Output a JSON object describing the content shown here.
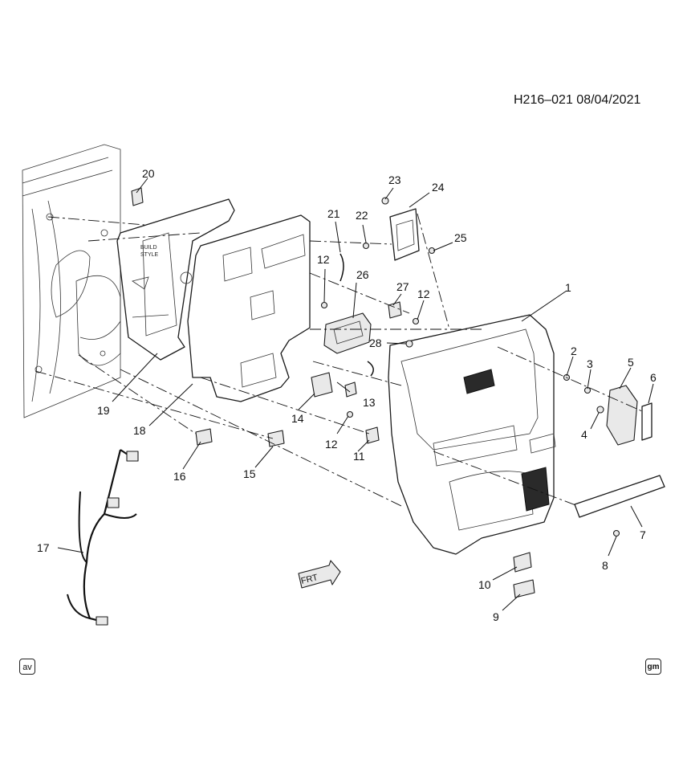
{
  "header": {
    "doc_id": "H216–021  08/04/2021"
  },
  "badges": {
    "left": "av",
    "right": "gm"
  },
  "direction_arrow": {
    "label": "FRT"
  },
  "callouts": {
    "c1": "1",
    "c2": "2",
    "c3": "3",
    "c4": "4",
    "c5": "5",
    "c6": "6",
    "c7": "7",
    "c8": "8",
    "c9": "9",
    "c10": "10",
    "c11": "11",
    "c12a": "12",
    "c12b": "12",
    "c12c": "12",
    "c13": "13",
    "c14": "14",
    "c15": "15",
    "c16": "16",
    "c17": "17",
    "c18": "18",
    "c19": "19",
    "c20": "20",
    "c21": "21",
    "c22": "22",
    "c23": "23",
    "c24": "24",
    "c25": "25",
    "c26": "26",
    "c27": "27",
    "c28": "28"
  },
  "icons": [
    "door-frame",
    "water-deflector",
    "sound-barrier",
    "door-trim-panel",
    "wiring-harness",
    "inside-handle",
    "switch-bezel",
    "armrest-trim"
  ]
}
